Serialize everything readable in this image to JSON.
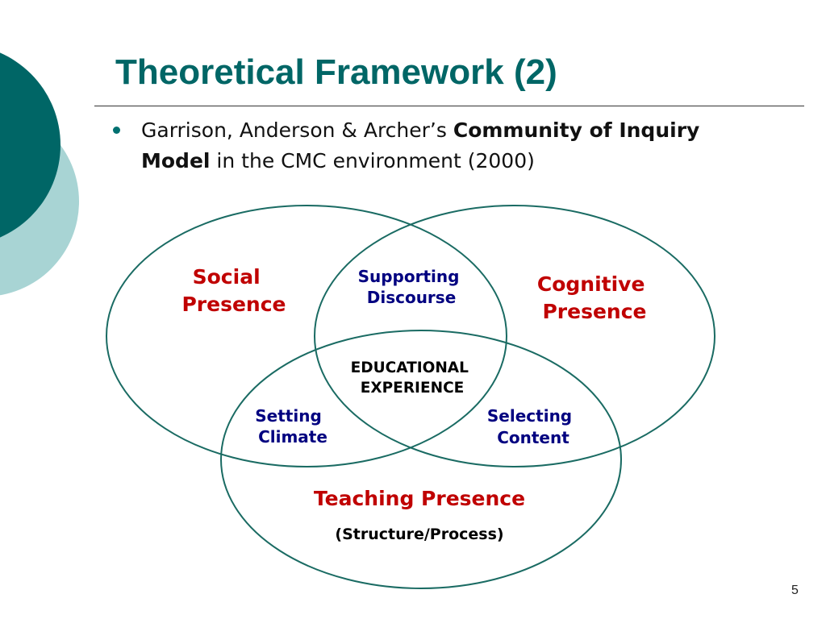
{
  "slide": {
    "title": "Theoretical Framework (2)",
    "number": "5"
  },
  "bullet": {
    "prefix": "Garrison, Anderson & Archer’s ",
    "bold": "Community of Inquiry Model",
    "suffix": " in the CMC environment (2000)"
  },
  "venn": {
    "social": [
      "Social",
      "Presence"
    ],
    "cognitive": [
      "Cognitive",
      "Presence"
    ],
    "teaching": "Teaching Presence",
    "teaching_sub": "(Structure/Process)",
    "supporting": [
      "Supporting",
      "Discourse"
    ],
    "setting": [
      "Setting",
      "Climate"
    ],
    "selecting": [
      "Selecting",
      "Content"
    ],
    "center": [
      "EDUCATIONAL",
      "EXPERIENCE"
    ]
  },
  "colors": {
    "teal_dark": "#006666",
    "teal_light": "#a8d4d4",
    "circle_stroke": "#1a6b63",
    "presence_red": "#c00000",
    "overlap_navy": "#000080"
  }
}
